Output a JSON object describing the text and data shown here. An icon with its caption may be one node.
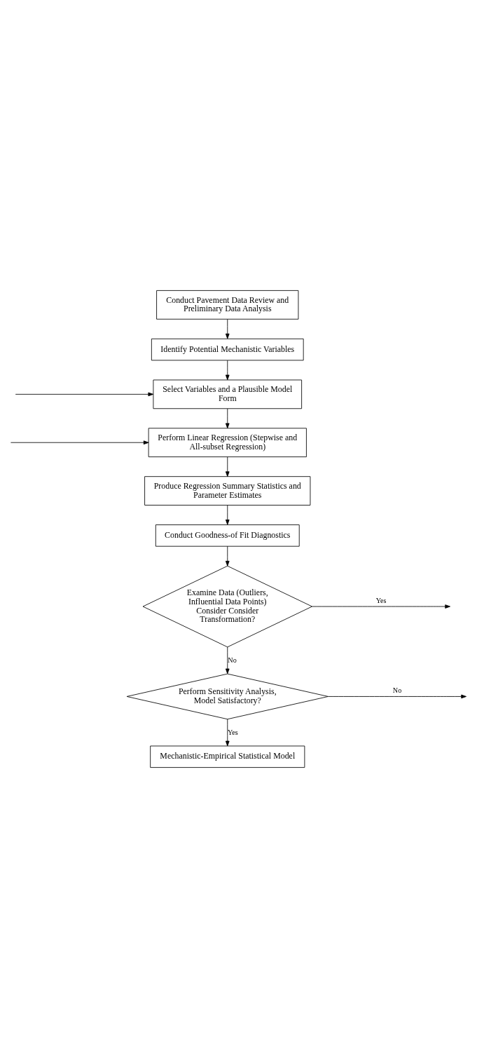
{
  "diagram": {
    "nodes": [
      {
        "text": [
          "Conduct Pavement Data Review and Preliminary Data Analysis"
        ]
      },
      {
        "text": [
          "Identify Potential Mechanistic Variables"
        ]
      },
      {
        "text": [
          "Select Variables and a Plausible Model Form"
        ]
      },
      {
        "text": [
          "Perform Linear Regression (Stepwise and All-subset Regression)"
        ]
      },
      {
        "text": [
          "Produce Regression Summary Statistics and Parameter Estimates"
        ]
      },
      {
        "text": [
          "Conduct Goodness-of Fit Diagnostics"
        ]
      },
      {
        "text": [
          "Examine Data (Outliers, Influential Data Points) Consider Consider Transformation?"
        ]
      },
      {
        "text": [
          "Perform Sensitivity Analysis, Model Satisfactory?"
        ]
      },
      {
        "text": [
          "Mechanistic-Empirical Statistical Model"
        ]
      }
    ],
    "edges": [
      {
        "from": 0,
        "to": 1,
        "arrow": "to"
      },
      {
        "from": 1,
        "to": 2,
        "arrow": "to"
      },
      {
        "from": 2,
        "to": 3,
        "arrow": "to"
      },
      {
        "from": 3,
        "to": 4,
        "arrow": "to"
      },
      {
        "from": 4,
        "to": 5,
        "arrow": "to"
      },
      {
        "from": 5,
        "to": 6,
        "arrow": "to"
      },
      {
        "from": 6,
        "to": null,
        "arrow": "to",
        "label": "Yes"
      },
      {
        "from": 6,
        "to": 7,
        "arrow": "to",
        "label": "No"
      },
      {
        "from": 7,
        "to": null,
        "arrow": "to",
        "label": "No"
      },
      {
        "from": 7,
        "to": 8,
        "arrow": "to",
        "label": "Yes"
      },
      {
        "from": null,
        "to": 2,
        "arrow": "to"
      },
      {
        "from": null,
        "to": 3,
        "arrow": "to"
      }
    ]
  }
}
